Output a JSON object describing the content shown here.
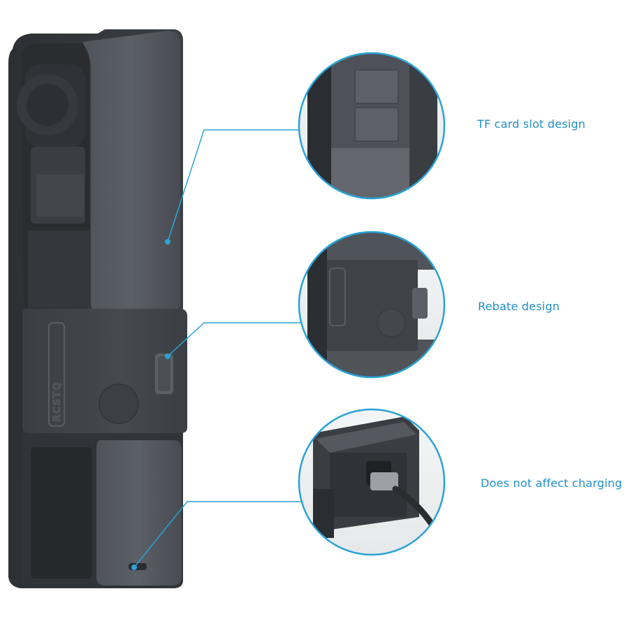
{
  "features": [
    {
      "label": "TF card slot design"
    },
    {
      "label": "Rebate design"
    },
    {
      "label": "Does not affect charging"
    }
  ],
  "product": {
    "brand_mark": "RCSTQ"
  },
  "colors": {
    "accent": "#29a3d6",
    "label_text": "#1f8fc8",
    "case_dark": "#3a3d42",
    "case_mid": "#53575d",
    "case_light": "#6b6f75",
    "background": "#ffffff"
  }
}
